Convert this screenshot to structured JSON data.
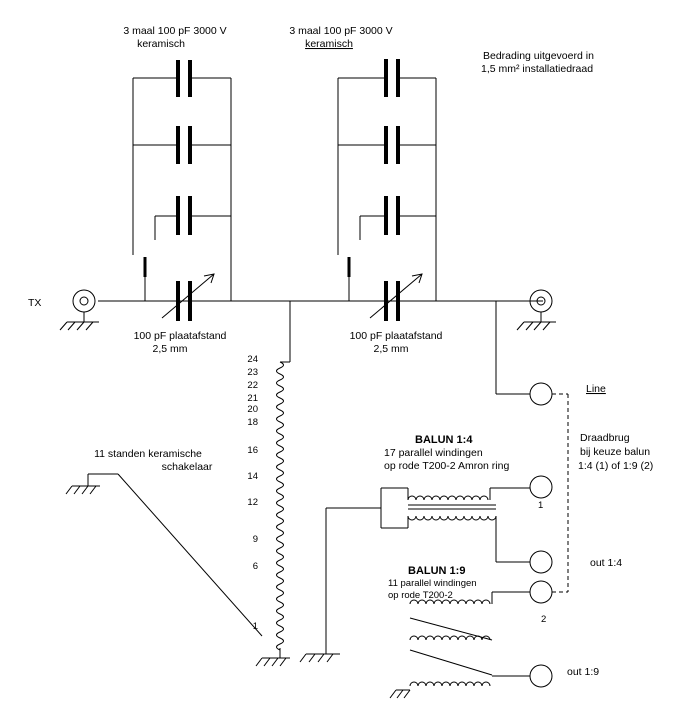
{
  "labels": {
    "cap1_title": "3 maal 100 pF 3000 V",
    "cap1_sub": "keramisch",
    "cap2_title": "3 maal 100 pF 3000 V",
    "cap2_sub": "keramisch",
    "wiring_line1": "Bedrading uitgevoerd  in",
    "wiring_line2": "1,5 mm² installatiedraad",
    "tx": "TX",
    "var1_line1": "100 pF plaatafstand",
    "var1_line2": "2,5 mm",
    "var2_line1": "100 pF plaatafstand",
    "var2_line2": "2,5 mm",
    "switch_line1": "11 standen keramische",
    "switch_line2": "schakelaar",
    "line": "Line",
    "bridge_line1": "Draadbrug",
    "bridge_line2": "bij keuze balun",
    "bridge_line3": "1:4 (1) of 1:9 (2)",
    "balun14_title": "BALUN 1:4",
    "balun14_line1": "17 parallel windingen",
    "balun14_line2": "op rode T200-2 Amron ring",
    "balun19_title": "BALUN 1:9",
    "balun19_line1": "11 parallel windingen",
    "balun19_line2": "op rode T200-2",
    "out14": "out 1:4",
    "out19": "out 1:9",
    "pos1": "1",
    "pos2": "2"
  },
  "coil_taps": [
    "24",
    "23",
    "22",
    "21",
    "20",
    "18",
    "16",
    "14",
    "12",
    "9",
    "6",
    "1"
  ]
}
